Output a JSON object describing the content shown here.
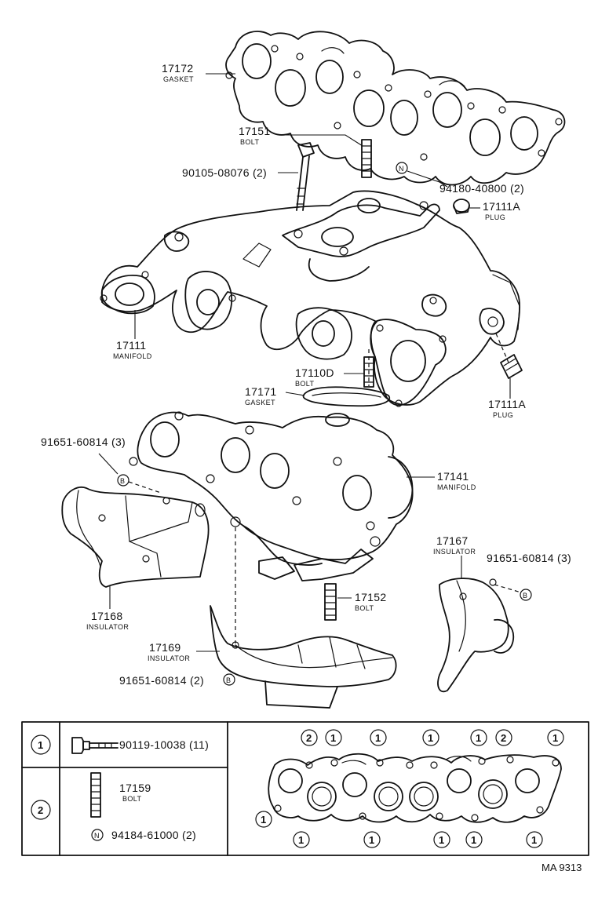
{
  "diagram_id": "MA 9313",
  "parts": {
    "p17172": {
      "number": "17172",
      "name": "GASKET"
    },
    "p17151": {
      "number": "17151",
      "name": "BOLT"
    },
    "p90105": {
      "number": "90105-08076 (2)"
    },
    "p94180": {
      "marker": "N",
      "number": "94180-40800 (2)"
    },
    "p17111a_top": {
      "number": "17111A",
      "name": "PLUG"
    },
    "p17111": {
      "number": "17111",
      "name": "MANIFOLD"
    },
    "p17110d": {
      "number": "17110D",
      "name": "BOLT"
    },
    "p17171": {
      "number": "17171",
      "name": "GASKET"
    },
    "p17111a_bot": {
      "number": "17111A",
      "name": "PLUG"
    },
    "p91651_a": {
      "number": "91651-60814 (3)",
      "marker": "B"
    },
    "p17141": {
      "number": "17141",
      "name": "MANIFOLD"
    },
    "p17167": {
      "number": "17167",
      "name": "INSULATOR"
    },
    "p91651_b": {
      "number": "91651-60814 (3)",
      "marker": "B"
    },
    "p17168": {
      "number": "17168",
      "name": "INSULATOR"
    },
    "p17152": {
      "number": "17152",
      "name": "BOLT"
    },
    "p17169": {
      "number": "17169",
      "name": "INSULATOR"
    },
    "p91651_c": {
      "number": "91651-60814 (2)",
      "marker": "B"
    }
  },
  "legend": {
    "row1": {
      "index": "1",
      "number": "90119-10038 (11)"
    },
    "row2": {
      "index": "2",
      "bolt_number": "17159",
      "bolt_name": "BOLT",
      "nut_marker": "N",
      "nut_number": "94184-61000 (2)"
    },
    "torque_top": [
      "2",
      "1",
      "1",
      "1",
      "1",
      "2",
      "1"
    ],
    "torque_left": "1",
    "torque_bottom": [
      "1",
      "1",
      "1",
      "1",
      "1"
    ]
  }
}
